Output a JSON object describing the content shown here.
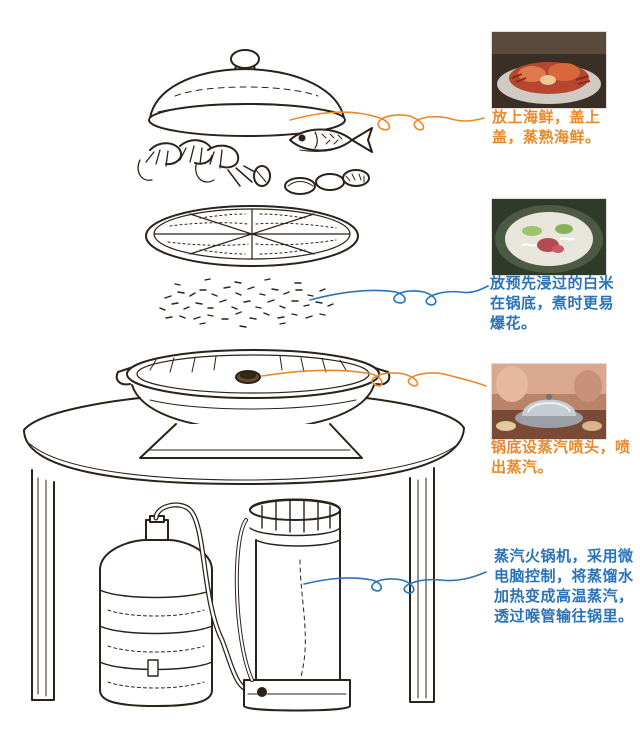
{
  "colors": {
    "line": "#2b2219",
    "orange": "#e8892b",
    "blue": "#2a73b8",
    "gray": "#d4d4d4"
  },
  "annotations": [
    {
      "text": "放上海鲜，盖上盖，蒸熟海鲜。",
      "color": "#e8892b",
      "photo": "seafood-platter"
    },
    {
      "text": "放预先浸过的白米在锅底，煮时更易爆花。",
      "color": "#2a73b8",
      "photo": "rice-in-pot"
    },
    {
      "text": "锅底设蒸汽喷头，喷出蒸汽。",
      "color": "#e8892b",
      "photo": "steam-pot-on-table"
    },
    {
      "text": "蒸汽火锅机，采用微电脑控制，将蒸馏水加热变成高温蒸汽，透过喉管输往锅里。",
      "color": "#2a73b8",
      "photo": ""
    }
  ]
}
